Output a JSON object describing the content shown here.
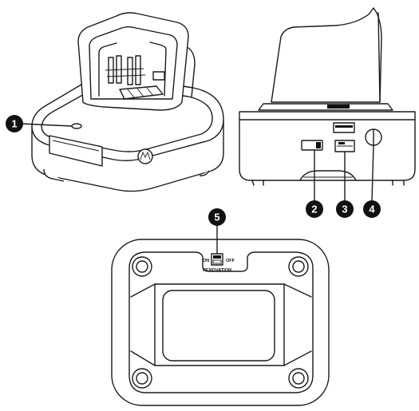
{
  "callouts": [
    {
      "number": "1"
    },
    {
      "number": "2"
    },
    {
      "number": "3"
    },
    {
      "number": "4"
    },
    {
      "number": "5"
    }
  ],
  "switch_labels": {
    "on": "ON",
    "off": "OFF",
    "caption": "RENOVATION"
  }
}
